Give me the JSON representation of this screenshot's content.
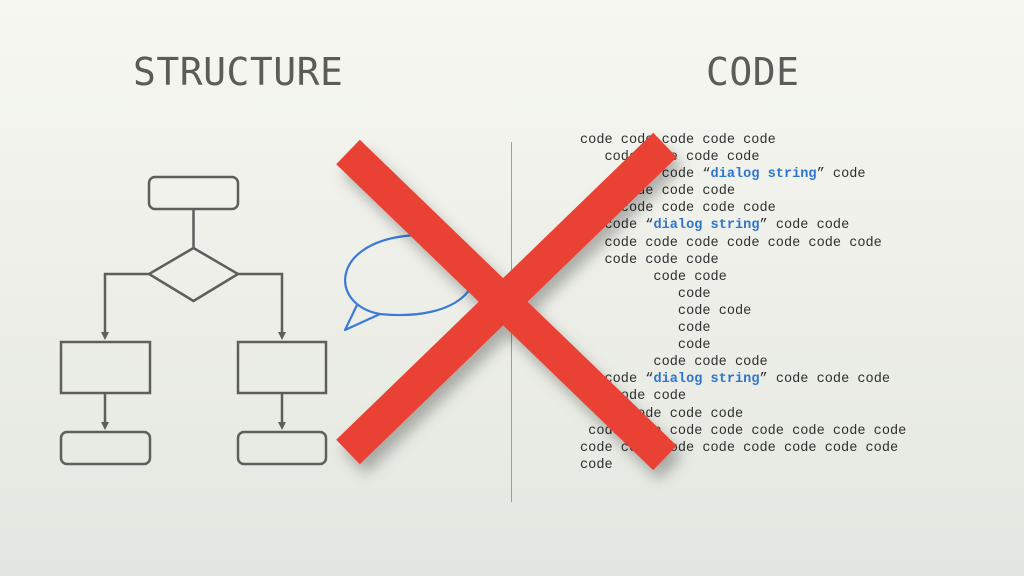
{
  "headings": {
    "structure": "STRUCTURE",
    "code": "CODE"
  },
  "code_lines": [
    {
      "indent": 0,
      "pre": "code code code code code",
      "str": "",
      "post": ""
    },
    {
      "indent": 3,
      "pre": "code code code code",
      "str": "",
      "post": ""
    },
    {
      "indent": 5,
      "pre": "code code “",
      "str": "dialog string",
      "post": "” code"
    },
    {
      "indent": 5,
      "pre": "code code code",
      "str": "",
      "post": ""
    },
    {
      "indent": 0,
      "pre": "code code code code code",
      "str": "",
      "post": ""
    },
    {
      "indent": 3,
      "pre": "code “",
      "str": "dialog string",
      "post": "” code code"
    },
    {
      "indent": 3,
      "pre": "code code code code code code code",
      "str": "",
      "post": ""
    },
    {
      "indent": 3,
      "pre": "code code code",
      "str": "",
      "post": ""
    },
    {
      "indent": 9,
      "pre": "code code",
      "str": "",
      "post": ""
    },
    {
      "indent": 12,
      "pre": "code",
      "str": "",
      "post": ""
    },
    {
      "indent": 12,
      "pre": "code code",
      "str": "",
      "post": ""
    },
    {
      "indent": 12,
      "pre": "code",
      "str": "",
      "post": ""
    },
    {
      "indent": 12,
      "pre": "code",
      "str": "",
      "post": ""
    },
    {
      "indent": 9,
      "pre": "code code code",
      "str": "",
      "post": ""
    },
    {
      "indent": 3,
      "pre": "code “",
      "str": "dialog string",
      "post": "” code code code"
    },
    {
      "indent": 4,
      "pre": "code code",
      "str": "",
      "post": ""
    },
    {
      "indent": 6,
      "pre": "code code code",
      "str": "",
      "post": ""
    },
    {
      "indent": 1,
      "pre": "code code code code code code code code",
      "str": "",
      "post": ""
    },
    {
      "indent": 0,
      "pre": "code code code code code code code code",
      "str": "",
      "post": ""
    },
    {
      "indent": 0,
      "pre": "code",
      "str": "",
      "post": ""
    }
  ],
  "colors": {
    "flowchart_stroke": "#5e5e5c",
    "speech_bubble": "#3b7bd8",
    "cross": "#e94236",
    "string_highlight": "#2f74d0",
    "code_text": "#2f2f2f"
  },
  "icons": {
    "speech_bubble": "speech-bubble-icon",
    "cross": "cross-mark-icon"
  }
}
